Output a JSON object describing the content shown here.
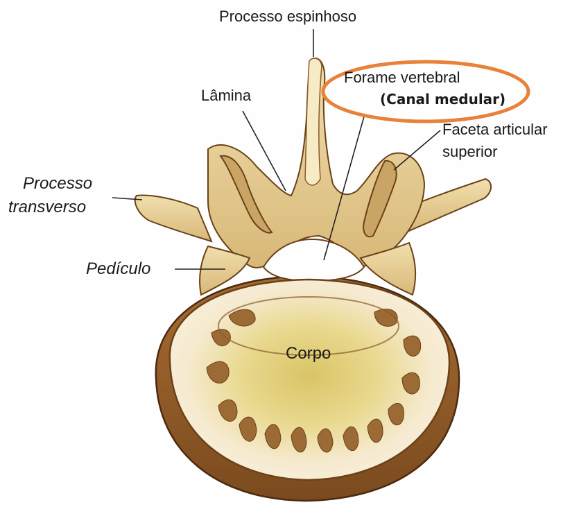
{
  "labels": {
    "processo_espinhoso": "Processo espinhoso",
    "lamina": "Lâmina",
    "forame_vertebral": "Forame vertebral",
    "canal_medular": "(Canal medular)",
    "faceta_line1": "Faceta articular",
    "faceta_line2": "superior",
    "transverso_line1": "Processo",
    "transverso_line2": "transverso",
    "pediculo": "Pedículo",
    "corpo": "Corpo"
  },
  "colors": {
    "bone": "#f3e3b5",
    "bone_dark": "#b88a4c",
    "bone_shadow": "#8a5a2a",
    "outline": "#5a3515",
    "highlight_ellipse": "#e8823a",
    "center_yellow": "#d9c466"
  }
}
